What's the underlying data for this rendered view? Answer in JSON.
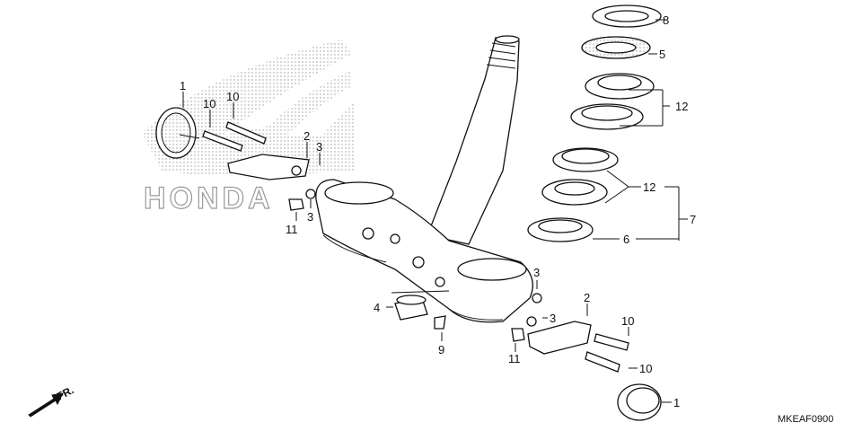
{
  "diagram_code": "MKEAF0900",
  "direction_label": "FR.",
  "callouts": {
    "c1_top": "1",
    "c1_bottom": "1",
    "c2_left": "2",
    "c2_right": "2",
    "c3_upper_left": "3",
    "c3_lower_left": "3",
    "c3_upper_right": "3",
    "c3_lower_right": "3",
    "c4": "4",
    "c5": "5",
    "c6": "6",
    "c7": "7",
    "c8": "8",
    "c9": "9",
    "c10_left_a": "10",
    "c10_left_b": "10",
    "c10_right_a": "10",
    "c10_right_b": "10",
    "c11_left": "11",
    "c11_right": "11",
    "c12_upper": "12",
    "c12_lower": "12"
  },
  "watermark_logo": "HONDA",
  "colors": {
    "ink": "#111111",
    "watermark": "#9a9a9a",
    "background": "#ffffff"
  }
}
